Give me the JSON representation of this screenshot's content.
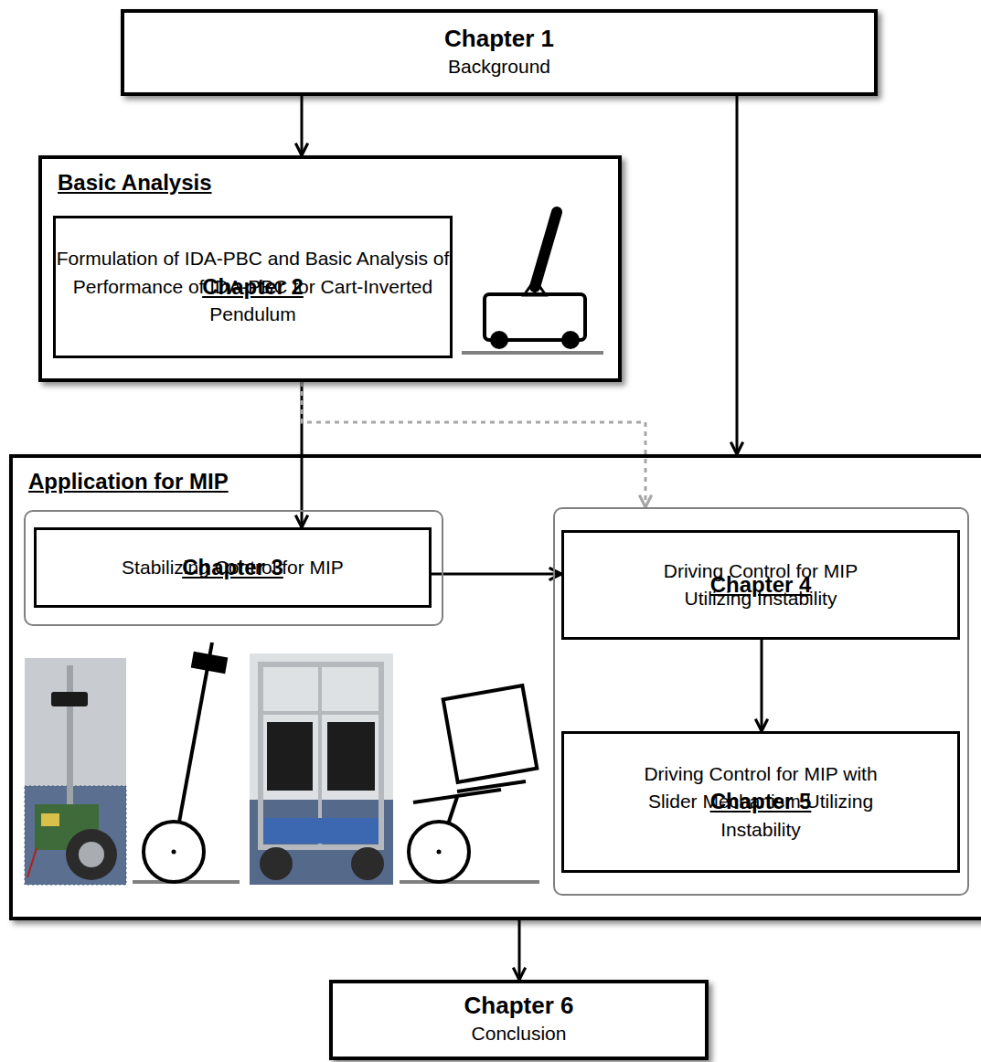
{
  "diagram": {
    "nodes": [
      {
        "text": [
          "Chapter 1",
          "Background"
        ]
      },
      {
        "text": [
          "Basic Analysis"
        ]
      },
      {
        "text": [
          "Chapter 2",
          "Formulation of IDA-PBC and Basic Analysis of Performance of IDA-PBC for Cart-Inverted Pendulum"
        ],
        "in": 1
      },
      {
        "text": [
          "Application for MIP"
        ]
      },
      {
        "text": [],
        "in": 3
      },
      {
        "text": [
          "Chapter 3",
          "Stabilizing Control for MIP"
        ],
        "in": 4
      },
      {
        "text": [],
        "in": 3
      },
      {
        "text": [
          "Chapter 4",
          "Driving Control for MIP Utilizing Instability"
        ],
        "in": 6
      },
      {
        "text": [
          "Chapter 5",
          "Driving Control for MIP with Slider Mechanism Utilizing Instability"
        ],
        "in": 6
      },
      {
        "text": [
          "Chapter 6",
          "Conclusion"
        ]
      }
    ],
    "edges": [
      {
        "from": 0,
        "to": 1,
        "arrow": "to"
      },
      {
        "from": 0,
        "to": 3,
        "arrow": "to"
      },
      {
        "from": 1,
        "to": 5,
        "arrow": "to"
      },
      {
        "from": 1,
        "to": 6,
        "arrow": "to"
      },
      {
        "from": 5,
        "to": 7,
        "arrow": "to"
      },
      {
        "from": 7,
        "to": 8,
        "arrow": "to"
      },
      {
        "from": 3,
        "to": 9,
        "arrow": "to"
      }
    ]
  }
}
